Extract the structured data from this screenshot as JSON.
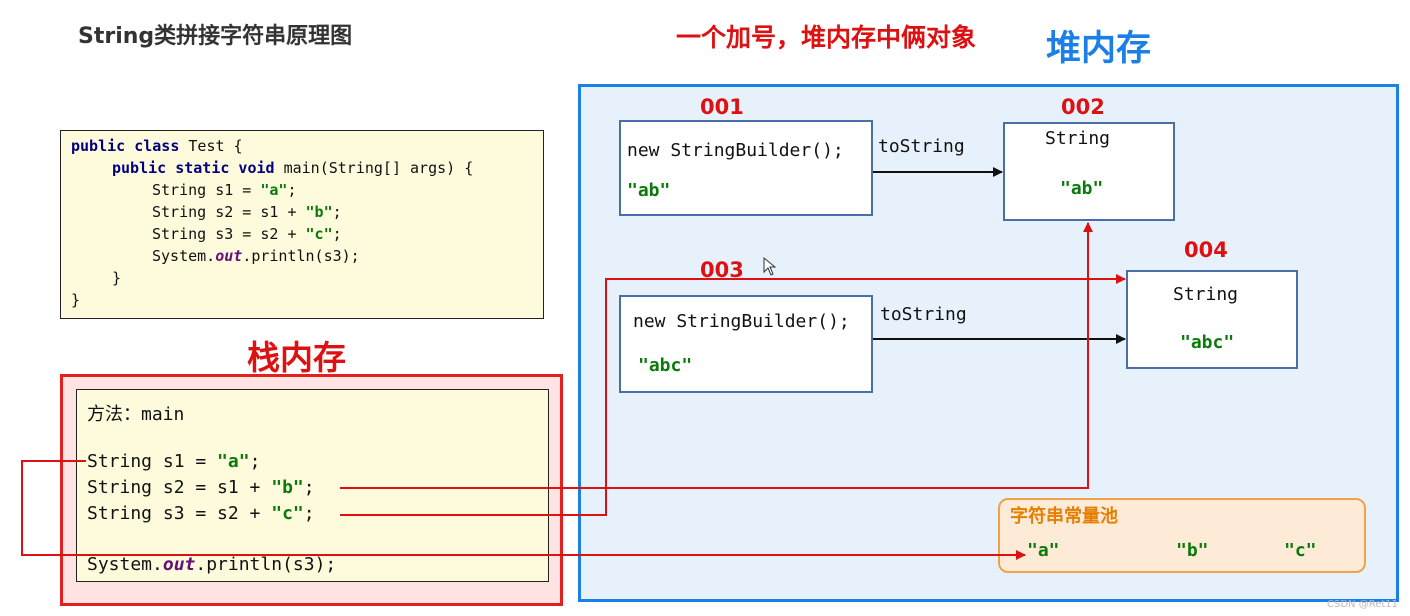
{
  "title": "String类拼接字符串原理图",
  "subtitle": "一个加号，堆内存中俩对象",
  "heap_label": "堆内存",
  "stack_label": "栈内存",
  "code": {
    "l1": {
      "kw": "public class",
      "rest": " Test {"
    },
    "l2": {
      "kw": "public static void",
      "rest": " main(String[] args) {"
    },
    "l3": {
      "pre": "String s1 = ",
      "str": "\"a\"",
      "post": ";"
    },
    "l4": {
      "pre": "String s2 = s1 + ",
      "str": "\"b\"",
      "post": ";"
    },
    "l5": {
      "pre": "String s3 = s2 + ",
      "str": "\"c\"",
      "post": ";"
    },
    "l6": {
      "pre": "System.",
      "it": "out",
      "post": ".println(s3);"
    },
    "l7": "}",
    "l8": "}"
  },
  "stack": {
    "method": "方法：main",
    "l1": {
      "pre": "String s1 = ",
      "str": "\"a\"",
      "post": ";"
    },
    "l2": {
      "pre": "String s2 = s1 + ",
      "str": "\"b\"",
      "post": ";"
    },
    "l3": {
      "pre": "String s3 = s2 + ",
      "str": "\"c\"",
      "post": ";"
    },
    "l4": {
      "pre": "System.",
      "it": "out",
      "post": ".println(s3);"
    }
  },
  "heap": {
    "obj001": {
      "addr": "001",
      "type": "new StringBuilder();",
      "value": "\"ab\""
    },
    "obj002": {
      "addr": "002",
      "type": "String",
      "value": "\"ab\""
    },
    "obj003": {
      "addr": "003",
      "type": "new StringBuilder();",
      "value": "\"abc\""
    },
    "obj004": {
      "addr": "004",
      "type": "String",
      "value": "\"abc\""
    },
    "tostring1": "toString",
    "tostring2": "toString"
  },
  "pool": {
    "label": "字符串常量池",
    "values": [
      "\"a\"",
      "\"b\"",
      "\"c\""
    ]
  },
  "watermark": "CSDN @Ret11",
  "colors": {
    "red": "#dd1111",
    "blue": "#1a7fe6",
    "green": "#0a7a0a",
    "orange": "#e67e00"
  }
}
